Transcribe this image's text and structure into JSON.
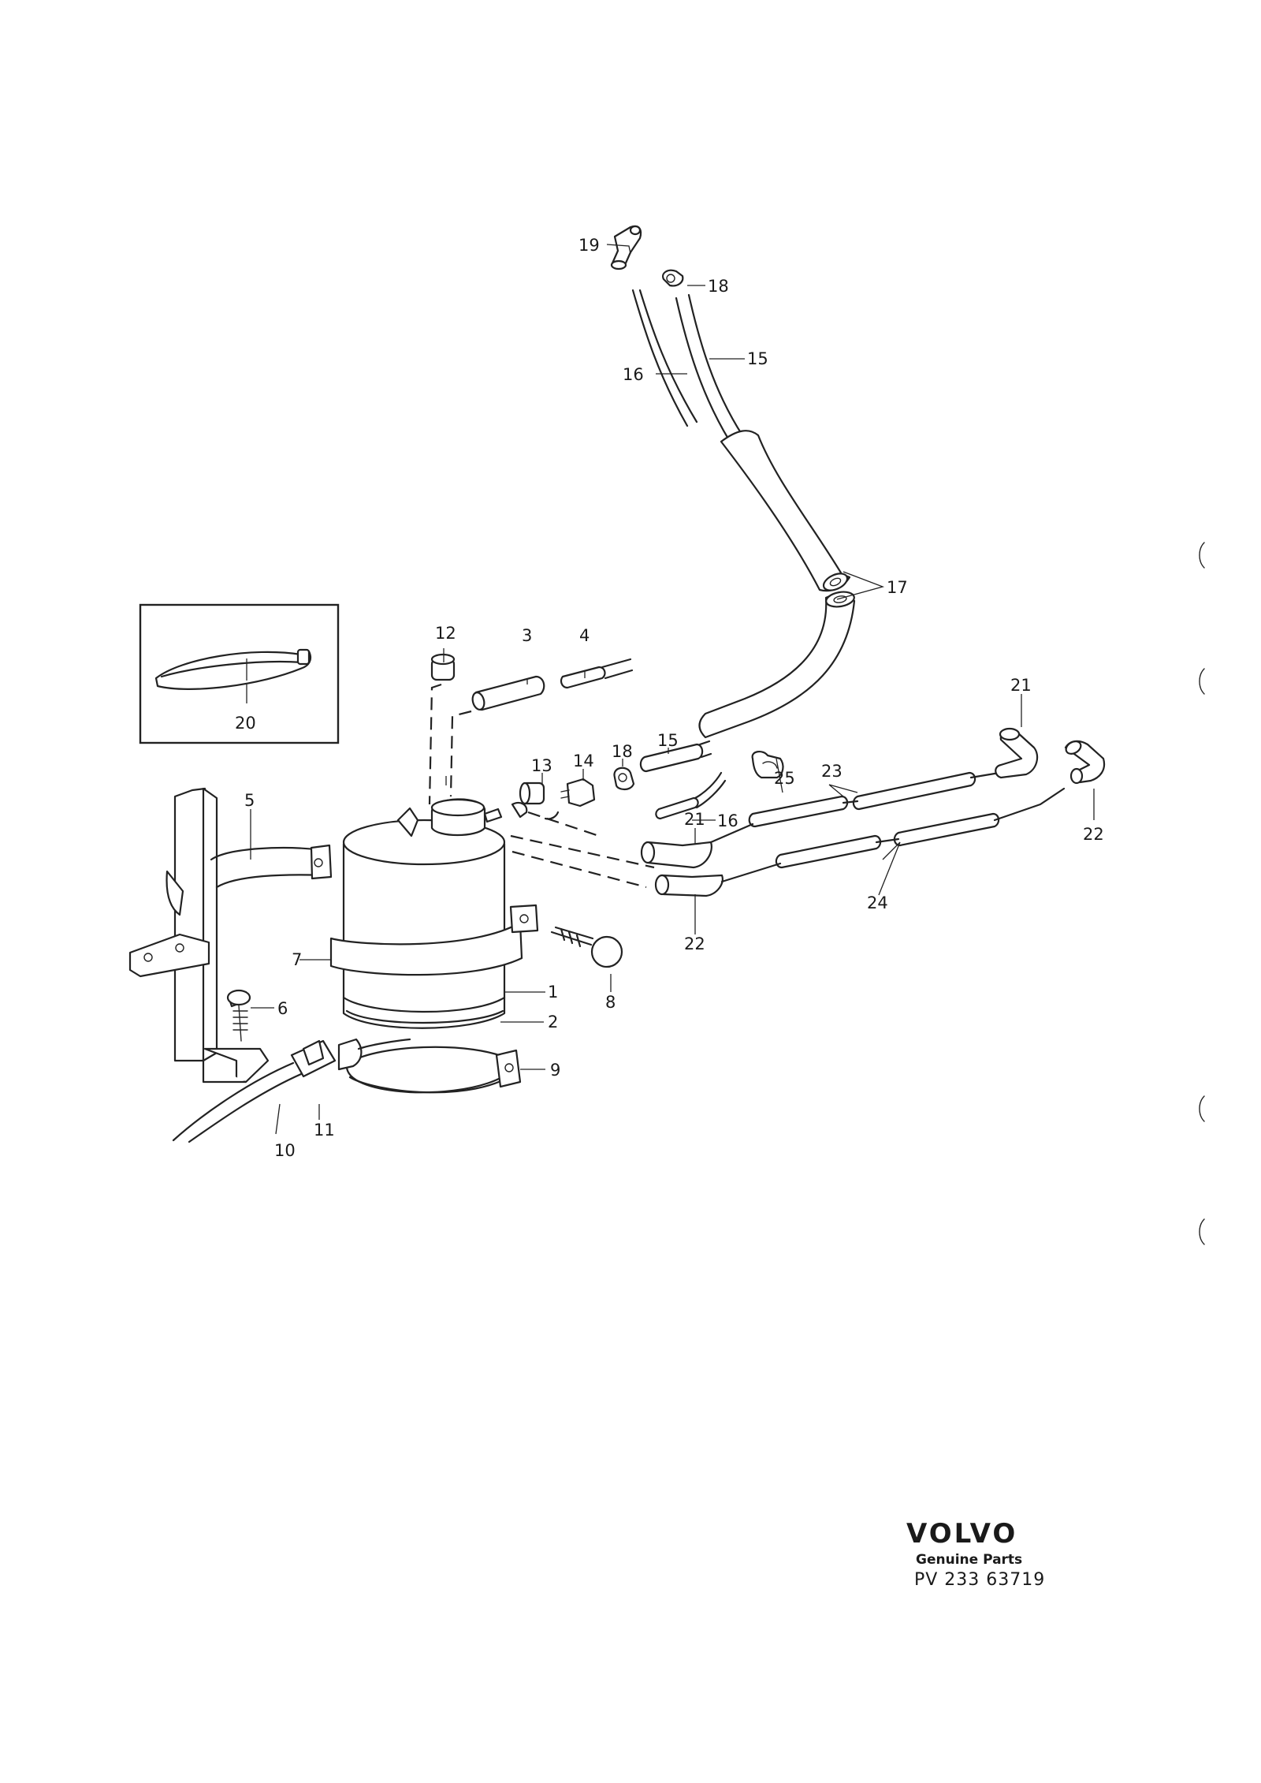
{
  "brand": {
    "logo_text": "VOLVO",
    "tagline": "Genuine Parts",
    "drawing_number": "PV 233 63719"
  },
  "callouts": [
    {
      "id": "c1",
      "label": "1"
    },
    {
      "id": "c2",
      "label": "2"
    },
    {
      "id": "c3",
      "label": "3"
    },
    {
      "id": "c4",
      "label": "4"
    },
    {
      "id": "c5",
      "label": "5"
    },
    {
      "id": "c6",
      "label": "6"
    },
    {
      "id": "c7",
      "label": "7"
    },
    {
      "id": "c8",
      "label": "8"
    },
    {
      "id": "c9",
      "label": "9"
    },
    {
      "id": "c10",
      "label": "10"
    },
    {
      "id": "c11",
      "label": "11"
    },
    {
      "id": "c12",
      "label": "12"
    },
    {
      "id": "c13",
      "label": "13"
    },
    {
      "id": "c14",
      "label": "14"
    },
    {
      "id": "c15a",
      "label": "15"
    },
    {
      "id": "c15b",
      "label": "15"
    },
    {
      "id": "c16a",
      "label": "16"
    },
    {
      "id": "c16b",
      "label": "16"
    },
    {
      "id": "c17",
      "label": "17"
    },
    {
      "id": "c18a",
      "label": "18"
    },
    {
      "id": "c18b",
      "label": "18"
    },
    {
      "id": "c19",
      "label": "19"
    },
    {
      "id": "c20",
      "label": "20"
    },
    {
      "id": "c21a",
      "label": "21"
    },
    {
      "id": "c21b",
      "label": "21"
    },
    {
      "id": "c22a",
      "label": "22"
    },
    {
      "id": "c22b",
      "label": "22"
    },
    {
      "id": "c23",
      "label": "23"
    },
    {
      "id": "c24",
      "label": "24"
    },
    {
      "id": "c25",
      "label": "25"
    }
  ]
}
